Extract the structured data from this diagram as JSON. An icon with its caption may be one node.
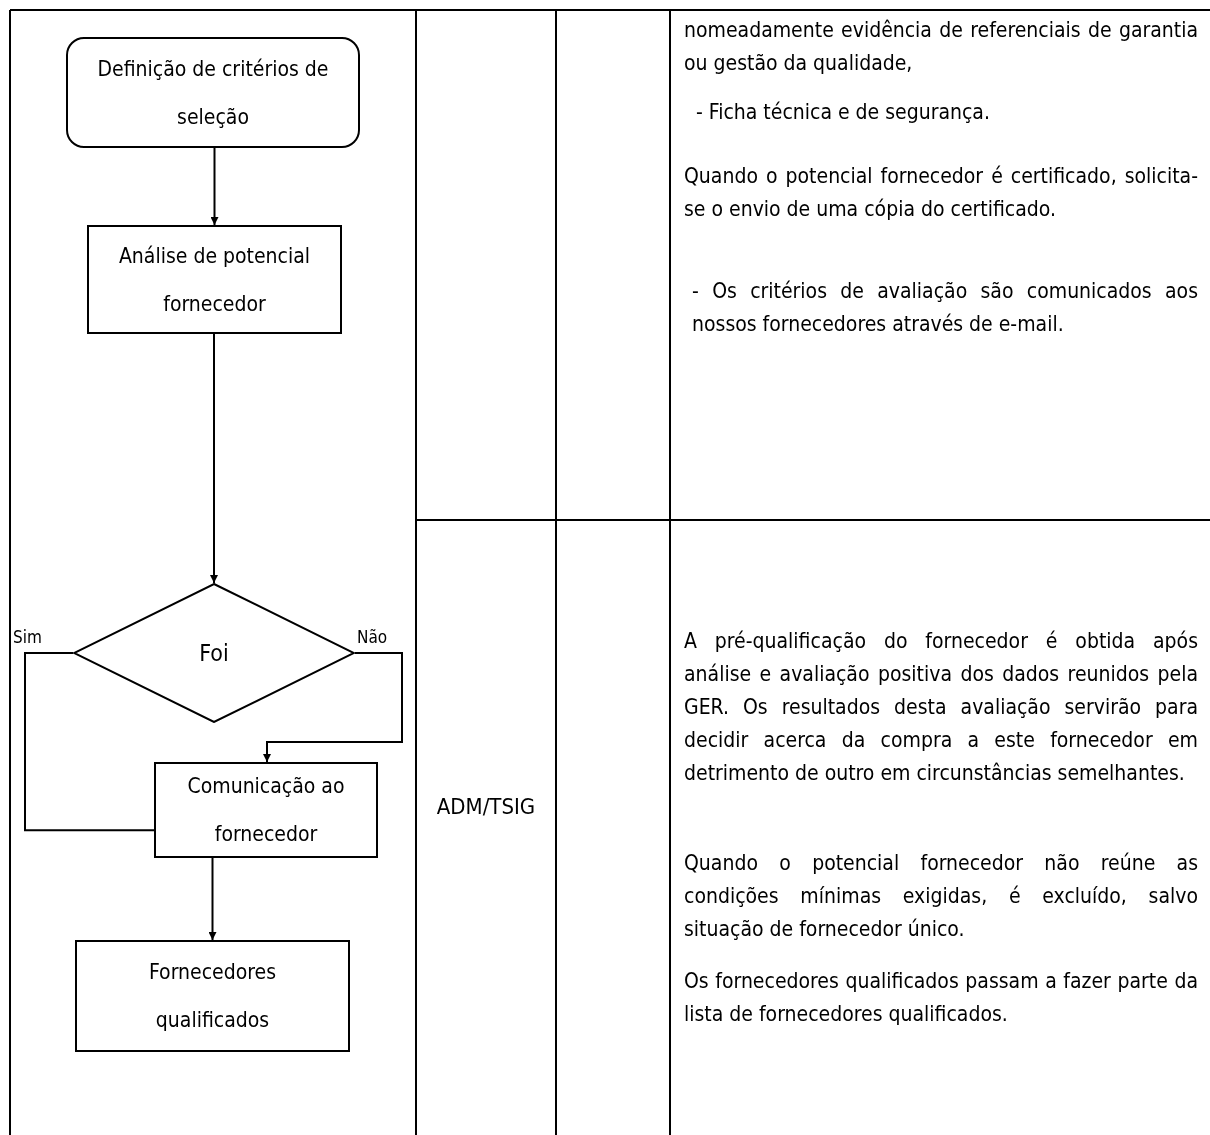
{
  "diagram": {
    "nodes": [
      {
        "text": [
          "Definição de critérios de seleção"
        ]
      },
      {
        "text": [
          "Análise de potencial fornecedor"
        ]
      },
      {
        "text": [
          "Foi"
        ]
      },
      {
        "text": [
          "Comunicação ao fornecedor"
        ]
      },
      {
        "text": [
          "Fornecedores qualificados"
        ]
      }
    ],
    "edges": [
      {
        "from": 0,
        "to": 1,
        "arrow": "to"
      },
      {
        "from": 1,
        "to": 2,
        "arrow": "to"
      },
      {
        "from": 2,
        "to": 3,
        "label": "Sim",
        "arrow": "none"
      },
      {
        "from": 2,
        "to": 3,
        "label": "Não",
        "arrow": "to"
      },
      {
        "from": 3,
        "to": 4,
        "arrow": "to"
      }
    ],
    "labels": [
      "nomeadamente evidência de referenciais de garantia ou gestão da qualidade,",
      "- Ficha técnica e de segurança.",
      "Quando o potencial fornecedor é certificado, solicita-se o envio de uma cópia do certificado.",
      "- Os critérios de avaliação são comunicados aos nossos fornecedores através de e-mail.",
      "ADM/TSIG",
      "A pré-qualificação do fornecedor é obtida após análise e avaliação positiva dos dados reunidos pela GER. Os resultados desta avaliação servirão para decidir acerca da compra a este fornecedor em detrimento de outro em circunstâncias semelhantes.",
      "Quando o potencial fornecedor não reúne as condições mínimas exigidas, é excluído, salvo situação de fornecedor único.",
      "Os fornecedores qualificados passam a fazer parte da lista de fornecedores qualificados."
    ]
  }
}
